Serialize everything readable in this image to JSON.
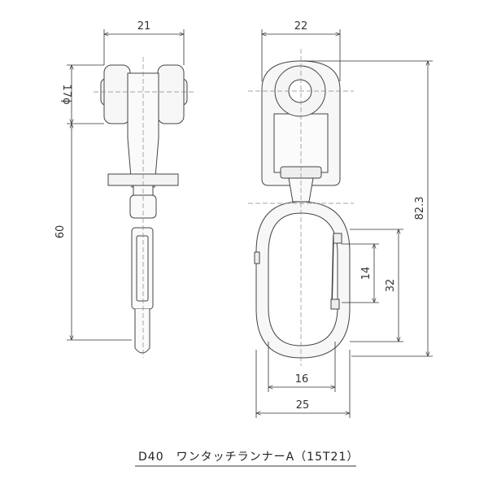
{
  "dimensions": {
    "side_width": "21",
    "wheel_diameter": "17ϕ",
    "side_height": "60",
    "front_width": "22",
    "total_height": "82.3",
    "opening": "14",
    "hook_inner_height": "32",
    "hook_inner_width": "16",
    "hook_outer_width": "25"
  },
  "caption": "D40　ワンタッチランナーA（15T21）"
}
